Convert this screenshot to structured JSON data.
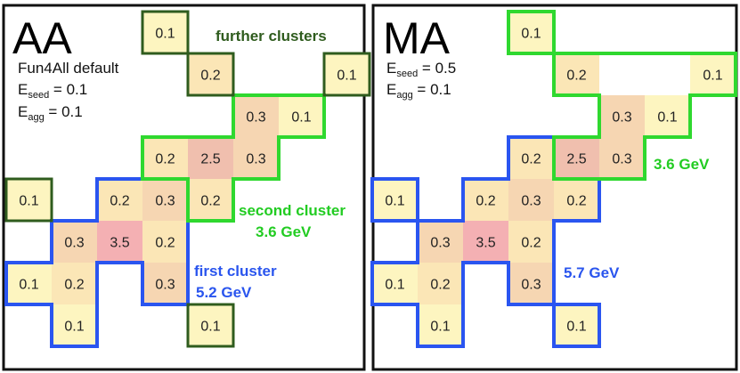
{
  "colors": {
    "value_0_1": "#fdf5c0",
    "value_0_2": "#fbe6b6",
    "value_0_3": "#f6d6b2",
    "value_2_5": "#f0bfae",
    "value_3_5": "#f4b0b3",
    "blue": "#2a55f0",
    "green": "#2fd82f",
    "darkgreen": "#2f5c1e",
    "text_green": "#22cc22",
    "text_blue": "#2a55ee",
    "text_darkgreen": "#2f5c1e"
  },
  "panels": [
    {
      "id": "AA",
      "title": "AA",
      "info_line": "Fun4All default",
      "seed_label": {
        "main": "E",
        "sub": "seed",
        "value": " = 0.1"
      },
      "agg_label": {
        "main": "E",
        "sub": "agg",
        "value": " = 0.1"
      },
      "further_label": "further clusters",
      "second_label": "second cluster",
      "second_energy": "3.6 GeV",
      "first_label": "first cluster",
      "first_energy": "5.2 GeV"
    },
    {
      "id": "MA",
      "title": "MA",
      "seed_label": {
        "main": "E",
        "sub": "seed",
        "value": " = 0.5"
      },
      "agg_label": {
        "main": "E",
        "sub": "agg",
        "value": " = 0.1"
      },
      "second_energy": "3.6 GeV",
      "first_energy": "5.7 GeV"
    }
  ],
  "cells": [
    {
      "row": 0,
      "col": 3,
      "value": "0.1"
    },
    {
      "row": 1,
      "col": 4,
      "value": "0.2"
    },
    {
      "row": 1,
      "col": 7,
      "value": "0.1"
    },
    {
      "row": 2,
      "col": 5,
      "value": "0.3"
    },
    {
      "row": 2,
      "col": 6,
      "value": "0.1"
    },
    {
      "row": 3,
      "col": 3,
      "value": "0.2"
    },
    {
      "row": 3,
      "col": 4,
      "value": "2.5"
    },
    {
      "row": 3,
      "col": 5,
      "value": "0.3"
    },
    {
      "row": 4,
      "col": 0,
      "value": "0.1"
    },
    {
      "row": 4,
      "col": 2,
      "value": "0.2"
    },
    {
      "row": 4,
      "col": 3,
      "value": "0.3"
    },
    {
      "row": 4,
      "col": 4,
      "value": "0.2"
    },
    {
      "row": 5,
      "col": 1,
      "value": "0.3"
    },
    {
      "row": 5,
      "col": 2,
      "value": "3.5"
    },
    {
      "row": 5,
      "col": 3,
      "value": "0.2"
    },
    {
      "row": 6,
      "col": 0,
      "value": "0.1"
    },
    {
      "row": 6,
      "col": 1,
      "value": "0.2"
    },
    {
      "row": 6,
      "col": 3,
      "value": "0.3"
    },
    {
      "row": 7,
      "col": 1,
      "value": "0.1"
    },
    {
      "row": 7,
      "col": 4,
      "value": "0.1"
    }
  ]
}
